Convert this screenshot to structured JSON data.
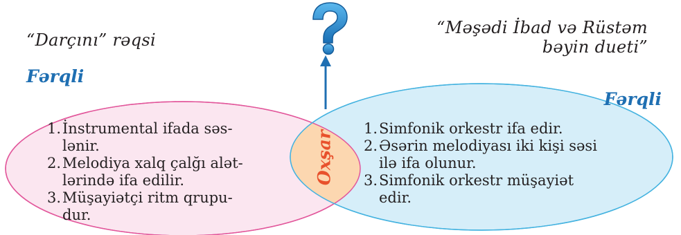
{
  "left_title": "“Darçını” rəqsi",
  "right_title": [
    "“Məşədi İbad və Rüstəm",
    "bəyin dueti”"
  ],
  "left_heading": "Fərqli",
  "right_heading": "Fərqli",
  "similar_label": "Oxşar",
  "question_icon": "question-mark",
  "colors": {
    "left_ellipse_fill": "#fbe6f0",
    "left_ellipse_stroke": "#e2579b",
    "right_ellipse_fill": "#d6eef9",
    "right_ellipse_stroke": "#45b3e0",
    "overlap_fill": "#fcd7b0",
    "heading": "#1f6fb2",
    "similar_label": "#e8512c",
    "arrow": "#1f6fb2"
  },
  "left_items": [
    {
      "num": "1.",
      "lines": [
        "İnstrumental ifada səs-",
        "lənir."
      ]
    },
    {
      "num": "2.",
      "lines": [
        "Melodiya xalq çalğı alət-",
        "lərində ifa edilir."
      ]
    },
    {
      "num": "3.",
      "lines": [
        "Müşayiətçi ritm qrupu-",
        "dur."
      ]
    }
  ],
  "right_items": [
    {
      "num": "1.",
      "lines": [
        "Simfonik orkestr ifa edir."
      ]
    },
    {
      "num": "2.",
      "lines": [
        "Əsərin melodiyası iki kişi səsi",
        "ilə ifa olunur."
      ]
    },
    {
      "num": "3.",
      "lines": [
        "Simfonik orkestr müşayiət",
        "edir."
      ]
    }
  ]
}
